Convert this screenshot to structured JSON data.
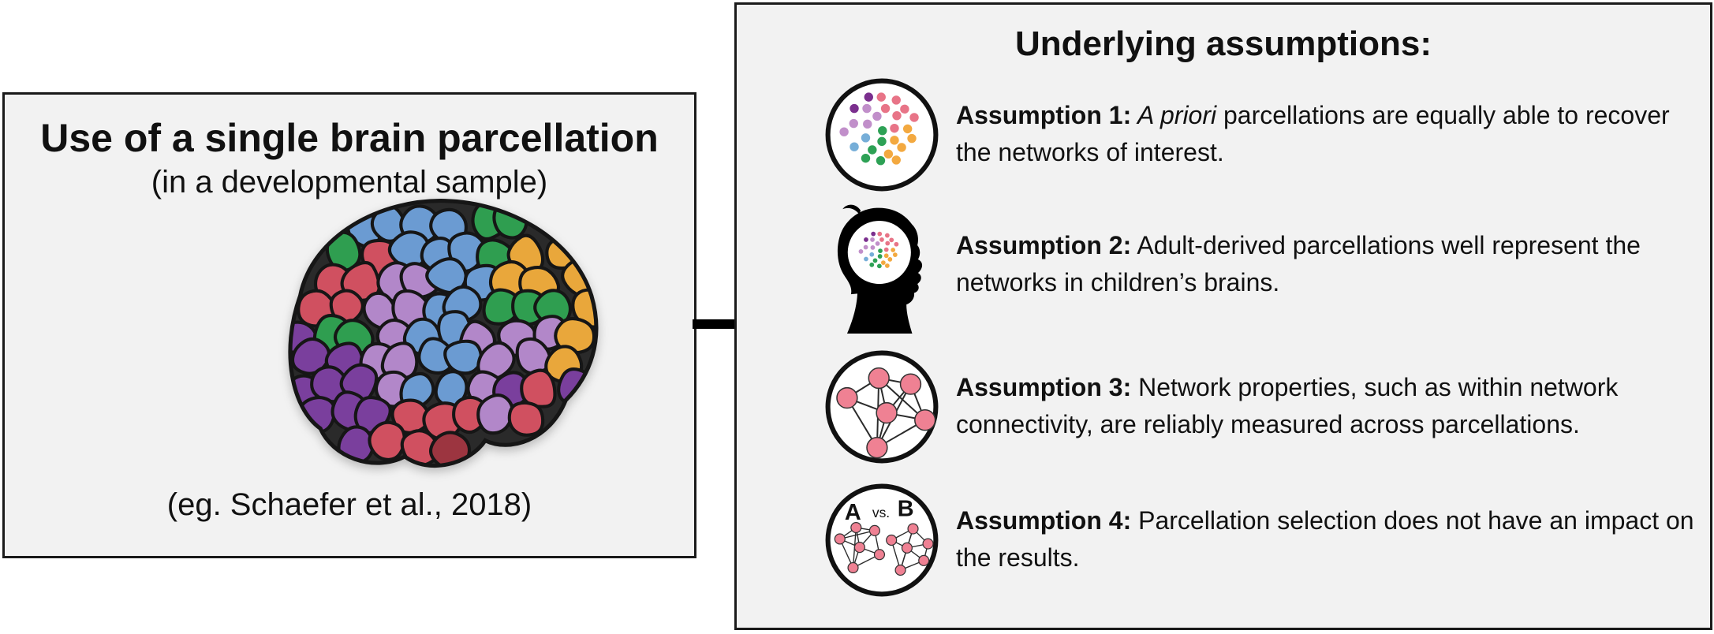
{
  "left_panel": {
    "title": "Use of a single brain parcellation",
    "subtitle": "(in a developmental sample)",
    "caption": "(eg. Schaefer et al., 2018)",
    "image": "parcellated-brain-lateral-view"
  },
  "arrow": {
    "icon": "right-arrow-icon"
  },
  "right_panel": {
    "title": "Underlying assumptions:",
    "assumptions": [
      {
        "icon": "parcel-dots-circle-icon",
        "bold": "Assumption 1:",
        "italic": " A priori",
        "text": " parcellations are equally able to recover the networks of interest."
      },
      {
        "icon": "child-head-parcels-icon",
        "bold": "Assumption 2:",
        "italic": "",
        "text": " Adult-derived parcellations well represent the networks in children’s brains."
      },
      {
        "icon": "network-graph-circle-icon",
        "bold": "Assumption 3:",
        "italic": "",
        "text": " Network properties, such as within network connectivity, are reliably measured across parcellations."
      },
      {
        "icon": "network-comparison-circle-icon",
        "bold": "Assumption 4:",
        "italic": "",
        "text": " Parcellation selection does not have an impact on the results.",
        "icon_labels": {
          "a": "A",
          "vs": "vs.",
          "b": "B"
        }
      }
    ]
  },
  "colors": {
    "panel_bg": "#f2f2f2",
    "outline": "#1a1a1a",
    "dot_dark_purple": "#7b2f8e",
    "dot_light_purple": "#c18fca",
    "dot_pink": "#e87487",
    "dot_blue": "#76aed8",
    "dot_green": "#2da155",
    "dot_orange": "#f3a940",
    "network_node_pink": "#ef8193",
    "brain_blue": "#6b9bd2",
    "brain_green": "#2f9e50",
    "brain_yellow": "#e9a73b",
    "brain_red": "#d05060",
    "brain_dark_red": "#9c3540",
    "brain_purple": "#7a3f9d",
    "brain_magenta": "#b287c9"
  }
}
